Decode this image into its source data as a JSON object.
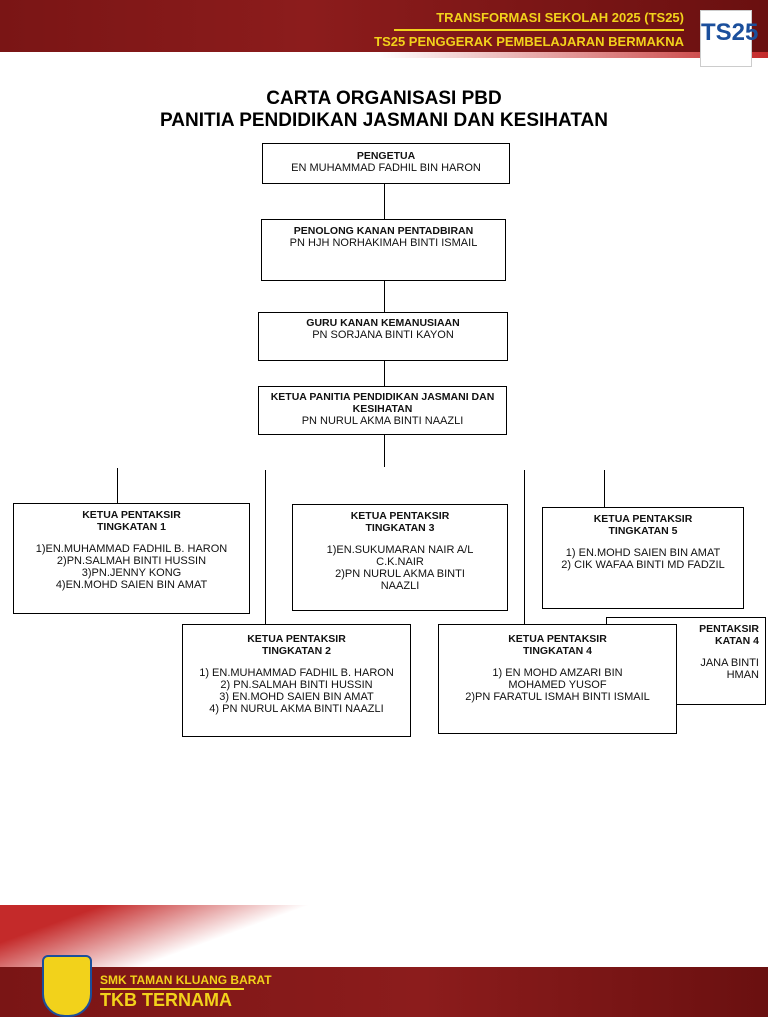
{
  "header": {
    "line1": "TRANSFORMASI SEKOLAH 2025 (TS25)",
    "line2": "TS25 PENGGERAK PEMBELAJARAN BERMAKNA",
    "logo": "TS25"
  },
  "title": {
    "line1": "CARTA ORGANISASI PBD",
    "line2": "PANITIA PENDIDIKAN JASMANI DAN KESIHATAN"
  },
  "chart": {
    "pengetua": {
      "role": "PENGETUA",
      "names": [
        "EN MUHAMMAD FADHIL BIN HARON"
      ]
    },
    "pk": {
      "role": "PENOLONG KANAN PENTADBIRAN",
      "names": [
        "PN HJH NORHAKIMAH BINTI ISMAIL"
      ]
    },
    "gkk": {
      "role": "GURU KANAN KEMANUSIAAN",
      "names": [
        "PN SORJANA BINTI KAYON"
      ]
    },
    "kp": {
      "role": "KETUA PANITIA PENDIDIKAN JASMANI DAN KESIHATAN",
      "names": [
        "PN NURUL AKMA BINTI NAAZLI"
      ]
    },
    "t1": {
      "role": "KETUA PENTAKSIR TINGKATAN 1",
      "names": [
        "1)EN.MUHAMMAD FADHIL B. HARON",
        "2)PN.SALMAH BINTI HUSSIN",
        "3)PN.JENNY KONG",
        "4)EN.MOHD SAIEN BIN AMAT"
      ]
    },
    "t3": {
      "role": "KETUA PENTAKSIR TINGKATAN 3",
      "names": [
        "1)EN.SUKUMARAN NAIR A/L C.K.NAIR",
        "2)PN NURUL AKMA BINTI NAAZLI"
      ]
    },
    "t5": {
      "role": "KETUA PENTAKSIR TINGKATAN 5",
      "names": [
        "1) EN.MOHD SAIEN BIN AMAT",
        "2) CIK WAFAA BINTI MD FADZIL"
      ]
    },
    "t4b": {
      "role": "PENTAKSIR KATAN 4",
      "names": [
        "JANA BINTI",
        "HMAN"
      ]
    },
    "t2": {
      "role": "KETUA PENTAKSIR TINGKATAN 2",
      "names": [
        "1) EN.MUHAMMAD FADHIL B. HARON",
        "2) PN.SALMAH BINTI HUSSIN",
        "3) EN.MOHD SAIEN BIN AMAT",
        "4) PN NURUL AKMA BINTI NAAZLI"
      ]
    },
    "t4": {
      "role": "KETUA PENTAKSIR TINGKATAN 4",
      "names": [
        "1) EN MOHD AMZARI BIN MOHAMED YUSOF",
        "2)PN FARATUL ISMAH BINTI ISMAIL"
      ]
    }
  },
  "footer": {
    "school": "SMK TAMAN KLUANG BARAT",
    "motto": "TKB TERNAMA"
  },
  "colors": {
    "band": "#7a1515",
    "accent": "#f2d21b"
  }
}
